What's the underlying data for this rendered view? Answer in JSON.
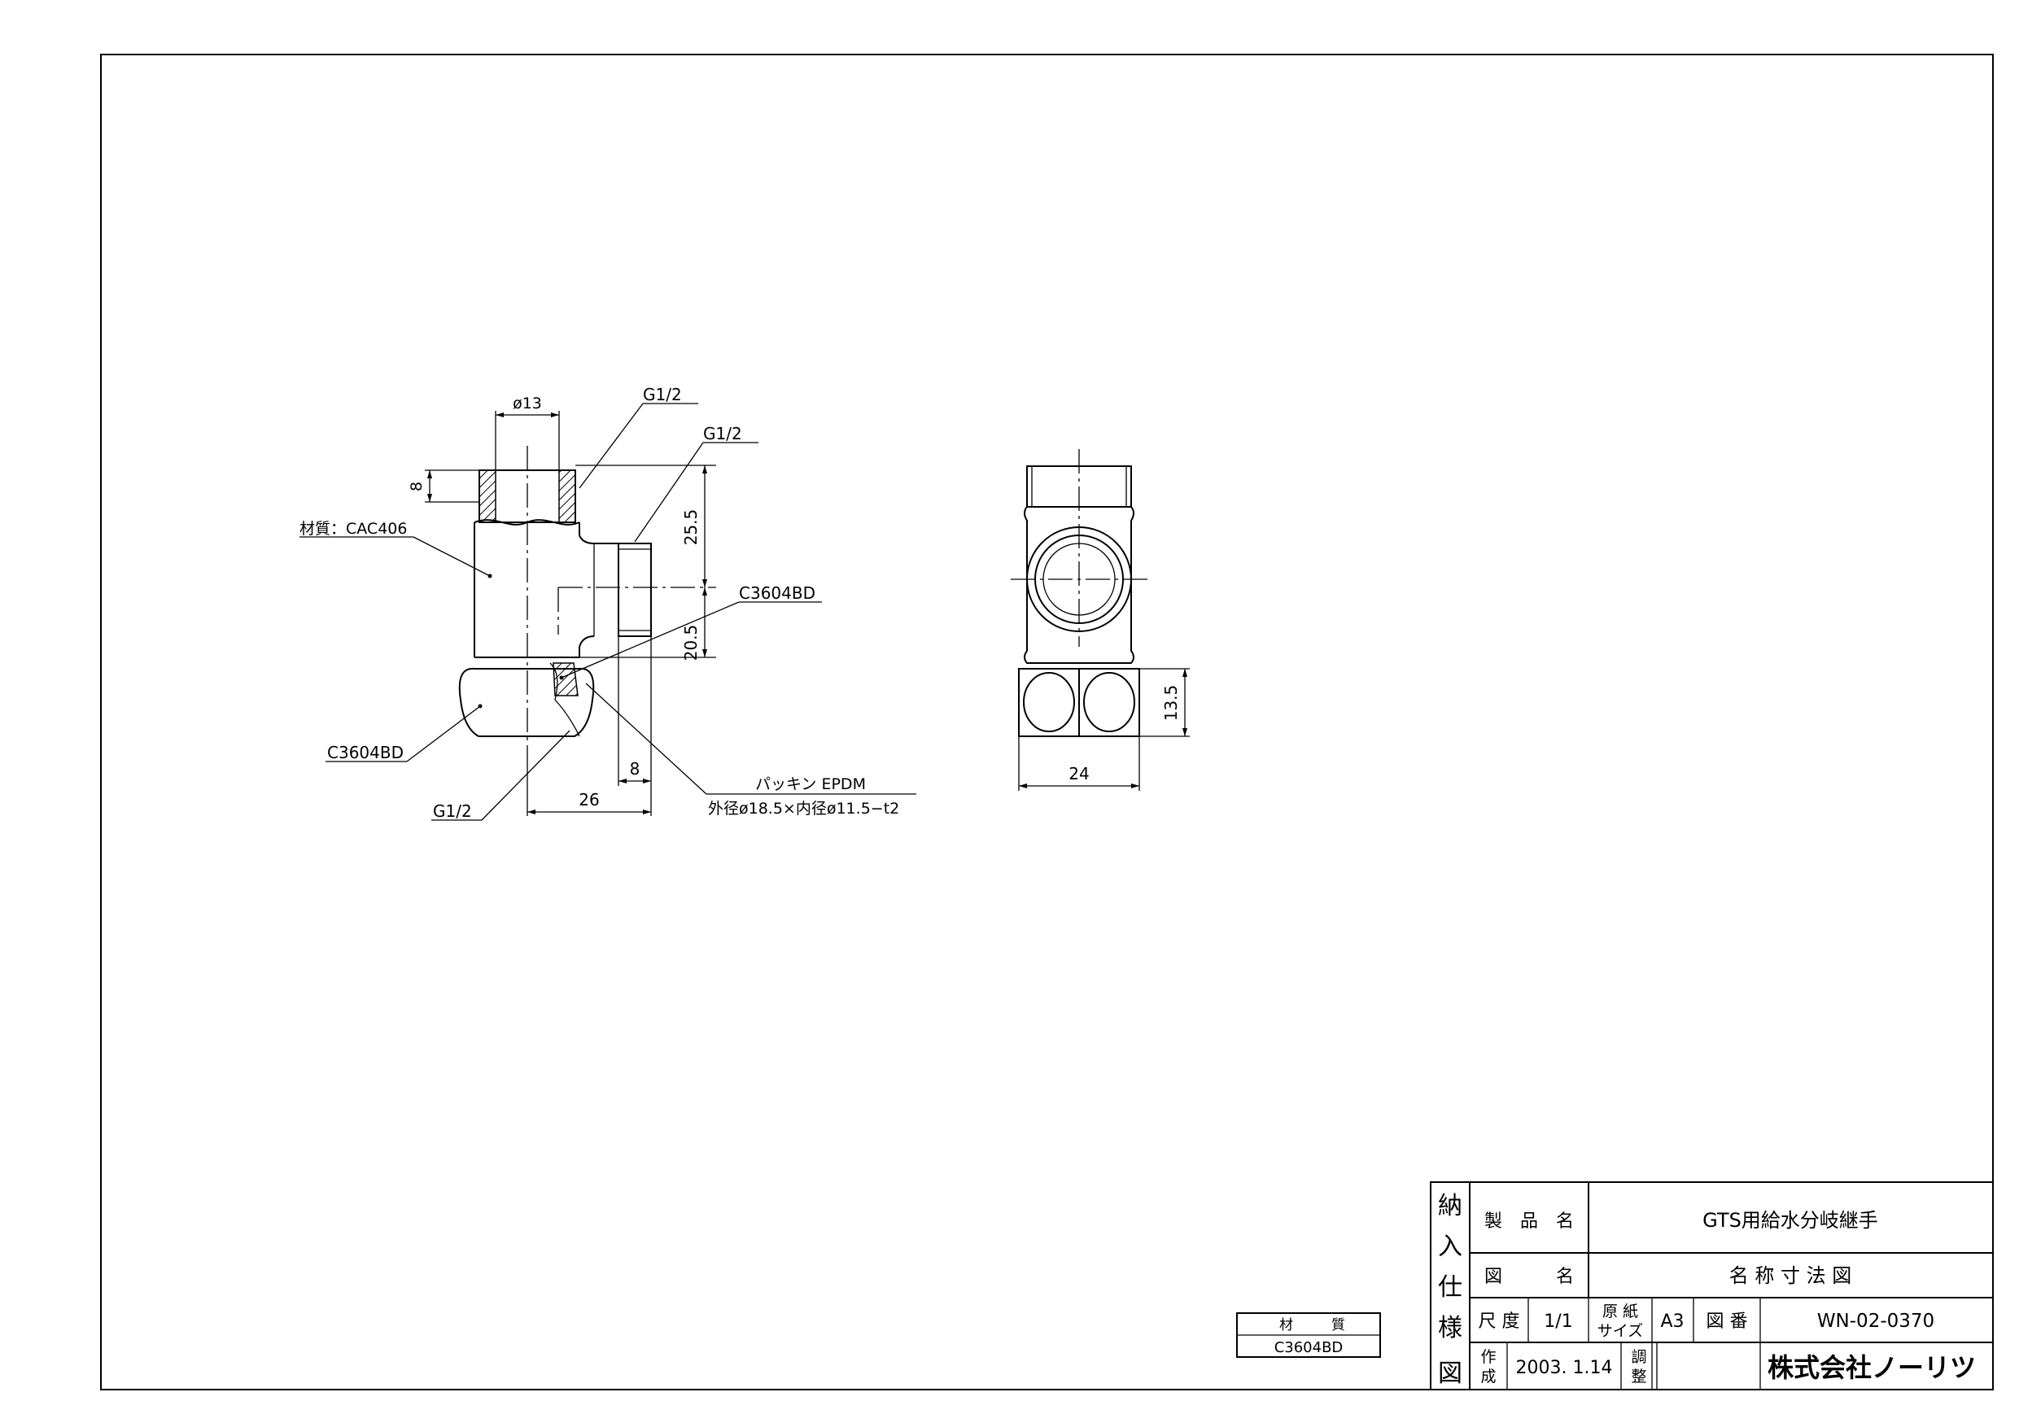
{
  "drawing": {
    "front_view": {
      "dim_top_diameter": "ø13",
      "dim_thread_length": "8",
      "dim_upper_height": "25.5",
      "dim_lower_height": "20.5",
      "dim_width": "26",
      "dim_nut_width": "8",
      "label_thread_top": "G1/2",
      "label_thread_side": "G1/2",
      "label_thread_bottom": "G1/2",
      "label_material_body": "材質：CAC406",
      "label_nut_material": "C3604BD",
      "label_inner_material": "C3604BD",
      "label_packing_1": "パッキン EPDM",
      "label_packing_2": "外径ø18.5×内径ø11.5−t2"
    },
    "side_view": {
      "dim_width": "24",
      "dim_height": "13.5"
    }
  },
  "material_box": {
    "header_left": "材",
    "header_right": "質",
    "value": "C3604BD"
  },
  "title_block": {
    "vertical_label": [
      "納",
      "入",
      "仕",
      "様",
      "図"
    ],
    "product_name_label": "製　品　名",
    "product_name": "GTS用給水分岐継手",
    "drawing_name_label": "図　　　名",
    "drawing_name": "名 称 寸 法 図",
    "scale_label": "尺 度",
    "scale": "1/1",
    "paper_label_1": "原 紙",
    "paper_label_2": "サイズ",
    "paper_size": "A3",
    "drawing_no_label": "図 番",
    "drawing_no": "WN-02-0370",
    "created_label_1": "作",
    "created_label_2": "成",
    "created_date": "2003. 1.14",
    "adjust_label_1": "調",
    "adjust_label_2": "整",
    "company": "株式会社ノーリツ"
  }
}
